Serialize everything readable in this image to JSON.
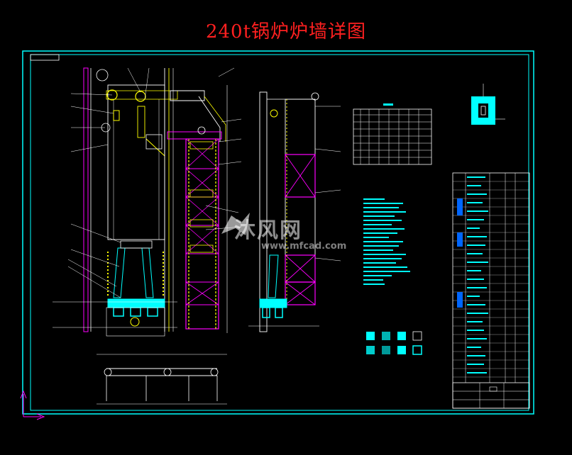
{
  "title": "240t锅炉炉墙详图",
  "watermark": {
    "text": "沐风网",
    "url": "www.mfcad.com"
  },
  "colors": {
    "background": "#000000",
    "frame": "#00ffff",
    "title": "#ff2020",
    "structure": "#ff00ff",
    "lines": "#ffffff",
    "refractory": "#00ffff",
    "pipes": "#ffff00",
    "annotations": "#00ff00"
  },
  "icons": [
    "logo-icon",
    "ucs-axis-icon"
  ]
}
